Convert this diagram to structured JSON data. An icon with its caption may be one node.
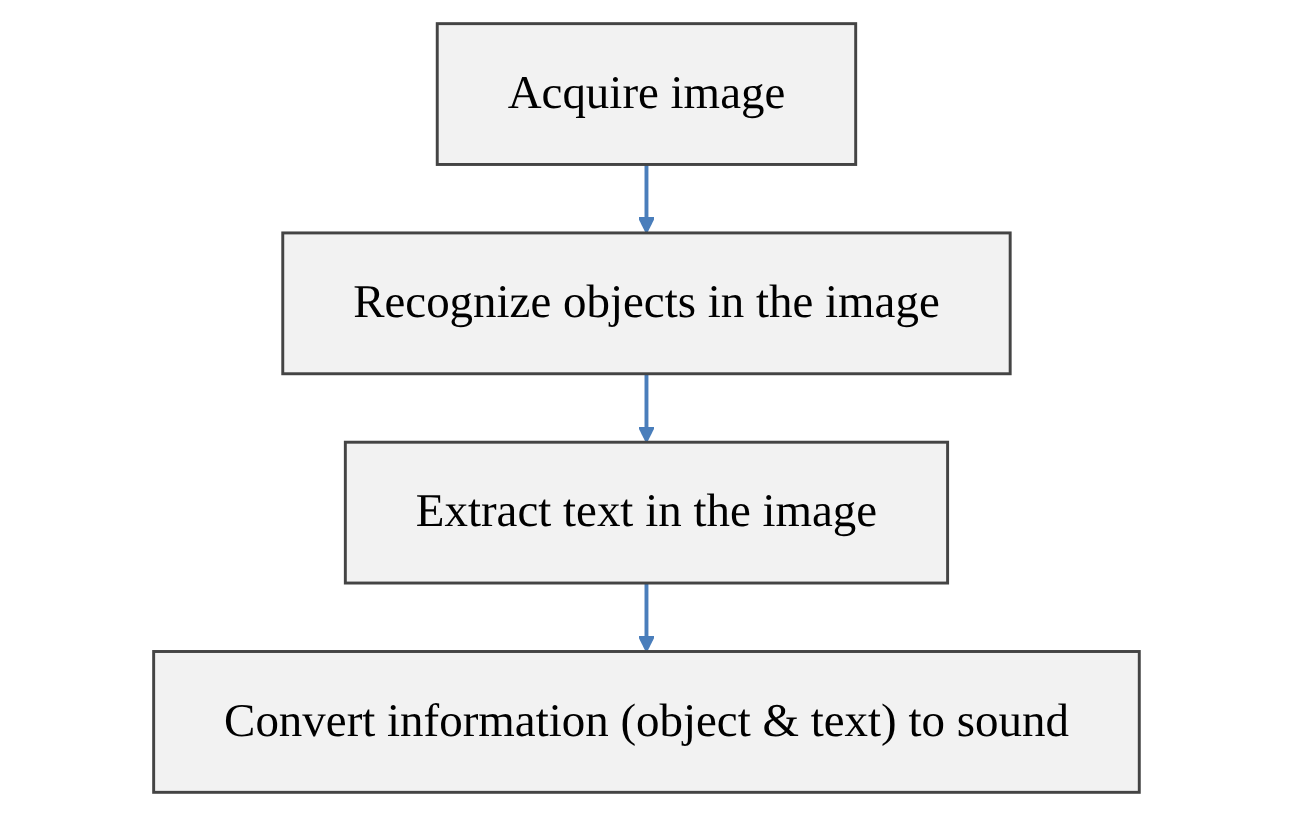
{
  "diagram": {
    "nodes": [
      {
        "text": [
          "Acquire image"
        ]
      },
      {
        "text": [
          "Recognize objects in the image"
        ]
      },
      {
        "text": [
          "Extract text in the image"
        ]
      },
      {
        "text": [
          "Convert information (object & text) to sound"
        ]
      }
    ],
    "edges": [
      {
        "from": 0,
        "to": 1,
        "arrow": "to"
      },
      {
        "from": 1,
        "to": 2,
        "arrow": "to"
      },
      {
        "from": 2,
        "to": 3,
        "arrow": "to"
      }
    ]
  }
}
